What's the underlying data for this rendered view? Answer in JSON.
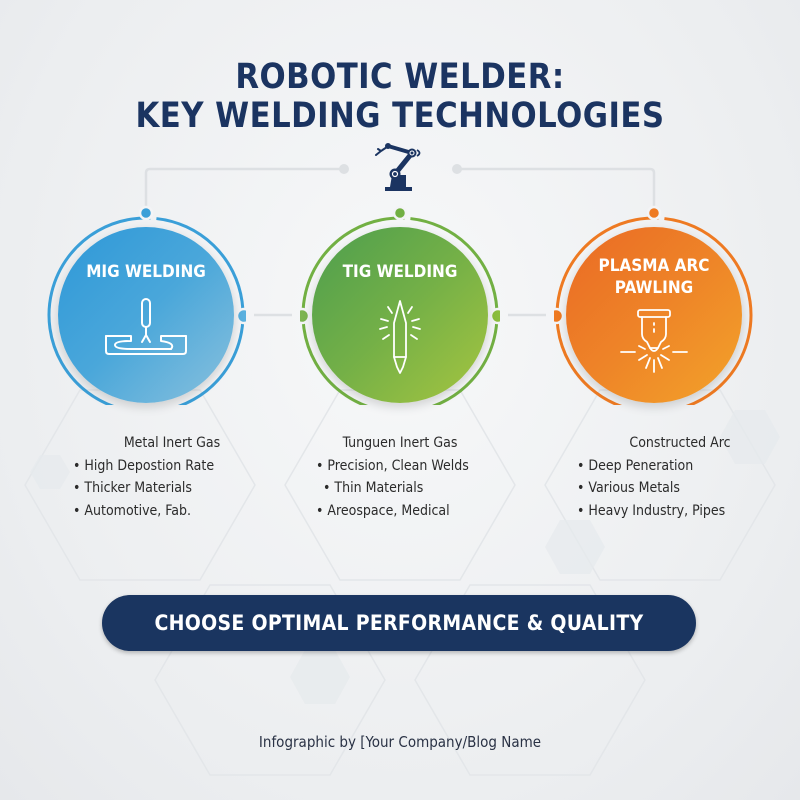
{
  "header": {
    "title_line1": "ROBOTIC WELDER:",
    "title_line2": "KEY WELDING TECHNOLOGIES",
    "icon": "robot-arm-icon"
  },
  "colors": {
    "navy": "#1b3461",
    "mig": "#3a9fd8",
    "tig": "#72b043",
    "plasma": "#ee7a22",
    "connector": "#dde0e3"
  },
  "technologies": [
    {
      "id": "mig",
      "title": "MIG WELDING",
      "icon": "mig-torch-icon",
      "subtitle": "Metal Inert Gas",
      "bullets": [
        "• High Depostion Rate",
        "• Thicker Materials",
        "• Automotive, Fab."
      ]
    },
    {
      "id": "tig",
      "title": "TIG WELDING",
      "icon": "tungsten-electrode-icon",
      "subtitle": "Tunguen Inert Gas",
      "bullets": [
        "• Precision, Clean Welds",
        "• Thin Materials",
        "• Areospace, Medical"
      ]
    },
    {
      "id": "plasma",
      "title_line1": "PLASMA ARC",
      "title_line2": "PAWLING",
      "icon": "plasma-nozzle-icon",
      "subtitle": "Constructed Arc",
      "bullets": [
        "• Deep Peneration",
        "• Various Metals",
        "• Heavy Industry, Pipes"
      ]
    }
  ],
  "cta": {
    "label": "CHOOSE OPTIMAL PERFORMANCE & QUALITY"
  },
  "footer": {
    "credit": "Infographic by [Your Company/Blog Name"
  }
}
